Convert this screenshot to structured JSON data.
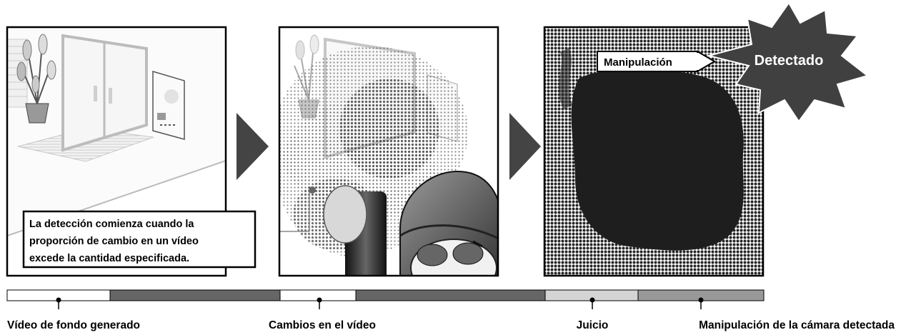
{
  "panels": {
    "panel1": {
      "name": "background-scene"
    },
    "panel2": {
      "name": "change-scene"
    },
    "panel3": {
      "name": "tamper-scene"
    }
  },
  "callout": {
    "lines": [
      "La detección comienza cuando la",
      "proporción de cambio en un vídeo",
      "excede la cantidad especificada."
    ]
  },
  "tamper_label": "Manipulación",
  "detected_label": "Detectado",
  "timeline": {
    "segments": [
      {
        "state": "phase",
        "color": "#ffffff"
      },
      {
        "state": "idle",
        "color": "#666666"
      },
      {
        "state": "phase",
        "color": "#ffffff"
      },
      {
        "state": "idle",
        "color": "#666666"
      },
      {
        "state": "phase",
        "color": "#d4d4d4"
      },
      {
        "state": "phase",
        "color": "#999999"
      }
    ],
    "labels": [
      "Vídeo de fondo generado",
      "Cambios en el vídeo",
      "Juicio",
      "Manipulación de la cámara detectada"
    ]
  },
  "colors": {
    "dark": "#3a3a3a",
    "arrow": "#444444",
    "starburst": "#404040"
  },
  "icons": [
    "plant-icon",
    "door-icon",
    "poster-icon",
    "doormat-icon",
    "person-icon",
    "arrow-right-icon",
    "starburst-icon"
  ]
}
